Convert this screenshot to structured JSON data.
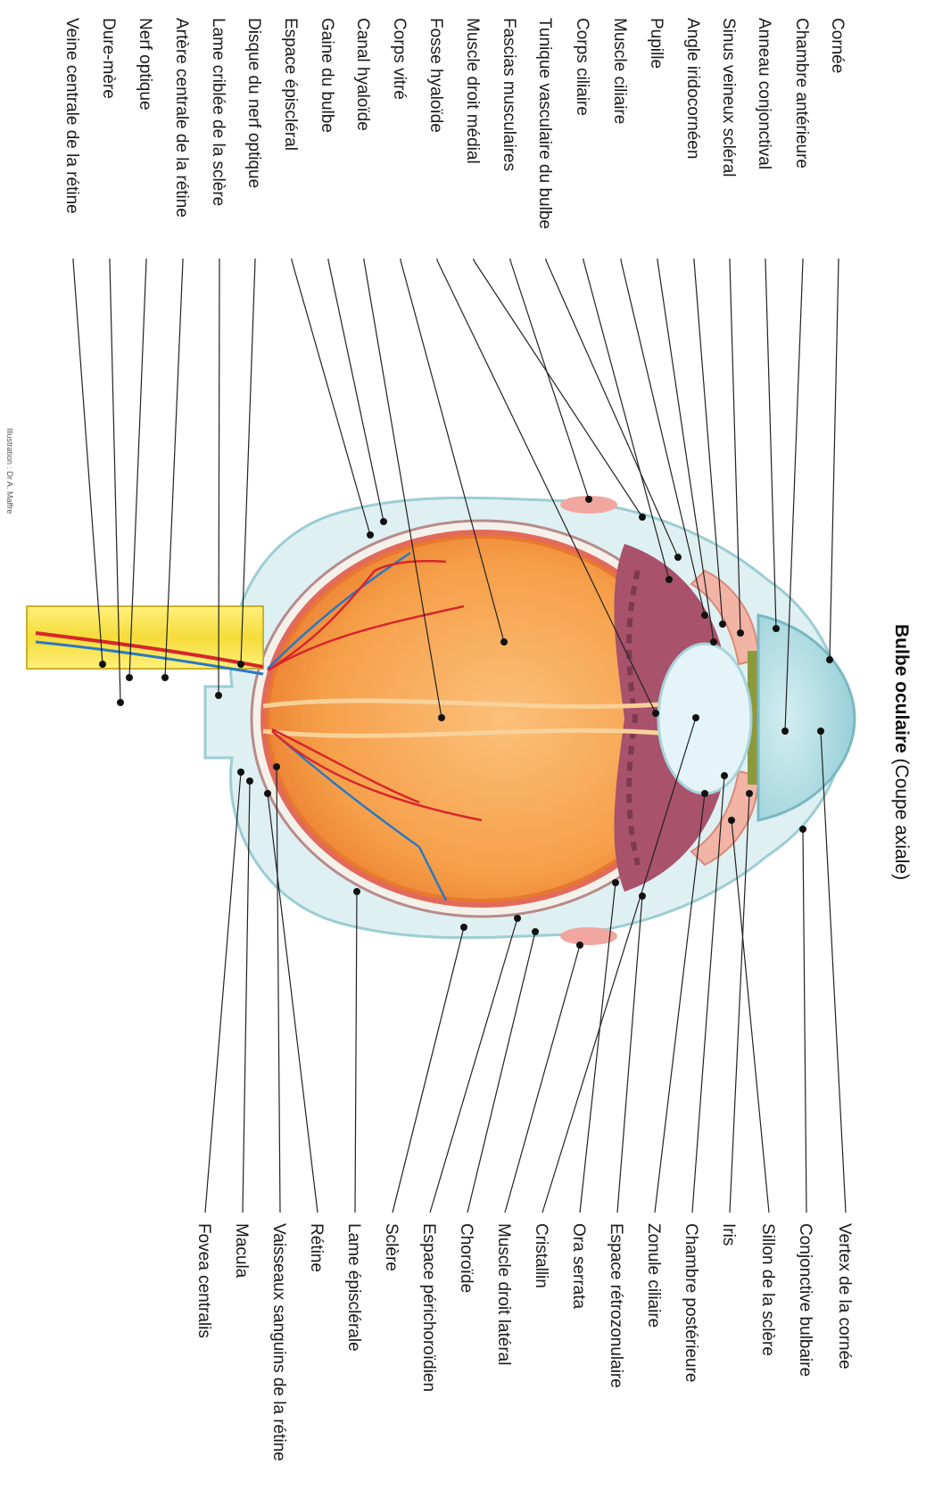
{
  "title": {
    "bold": "Bulbe oculaire",
    "rest": " (Coupe axiale)"
  },
  "credit": "Illustration : Dr A. Maffre",
  "labels_top": [
    "Cornée",
    "Chambre antérieure",
    "Anneau conjonctival",
    "Sinus veineux scléral",
    "Angle iridocornéen",
    "Pupille",
    "Muscle ciliaire",
    "Corps ciliaire",
    "Tunique vasculaire du bulbe",
    "Fascias musculaires",
    "Muscle droit médial",
    "Fosse hyaloïde",
    "Corps vitré",
    "Canal hyaloïde",
    "Gaine du bulbe",
    "Espace épiscléral",
    "Disque du nerf optique",
    "Lame criblée de la sclère",
    "Artère centrale de la rétine",
    "Nerf optique",
    "Dure-mère",
    "Veine centrale de la rétine"
  ],
  "labels_bottom": [
    "Vertex de la cornée",
    "Conjonctive bulbaire",
    "Sillon de la sclère",
    "Iris",
    "Chambre postérieure",
    "Zonule ciliaire",
    "Espace rétrozonulaire",
    "Ora serrata",
    "Cristallin",
    "Muscle droit latéral",
    "Choroïde",
    "Espace périchoroïdien",
    "Sclère",
    "Lame épisclérale",
    "Rétine",
    "Vaisseaux sanguins de la rétine",
    "Macula",
    "Fovea centralis"
  ],
  "colors": {
    "vitreous": "#f6a04a",
    "retina_edge": "#e8782e",
    "ciliary": "#a8526b",
    "cornea": "#a9dbe1",
    "lens": "#e4f4f8",
    "nerve": "#f4e04a",
    "artery": "#d7262a",
    "vein": "#2a78c2"
  }
}
